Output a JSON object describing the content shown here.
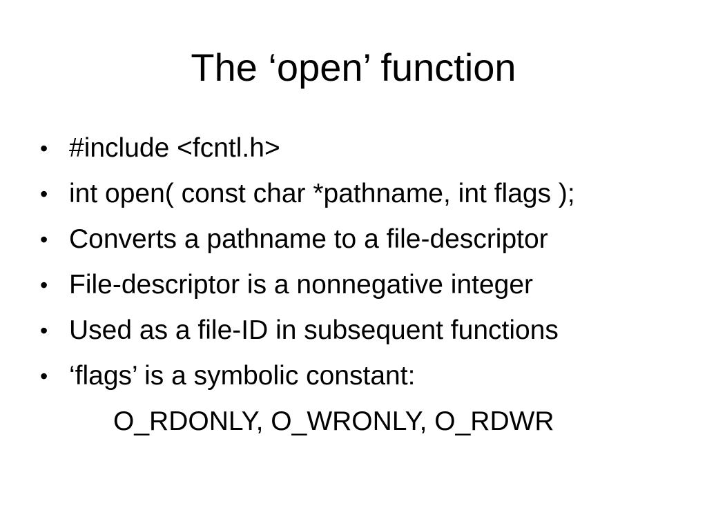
{
  "slide": {
    "title": "The ‘open’ function",
    "bullet_symbol": "•",
    "bullets": [
      "#include <fcntl.h>",
      "int open( const char *pathname, int flags );",
      "Converts a pathname to a file-descriptor",
      "File-descriptor is a nonnegative integer",
      "Used as a file-ID in subsequent functions",
      "‘flags’ is a symbolic constant:"
    ],
    "sub_line": "O_RDONLY, O_WRONLY, O_RDWR",
    "colors": {
      "background": "#ffffff",
      "text": "#000000"
    }
  }
}
